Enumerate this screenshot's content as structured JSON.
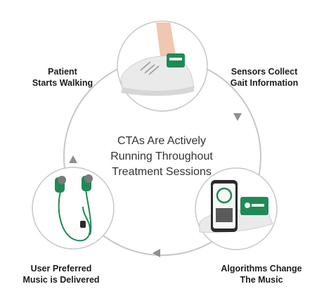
{
  "center": {
    "lines": [
      "CTAs Are Actively",
      "Running Throughout",
      "Treatment Sessions"
    ]
  },
  "steps": [
    {
      "id": "start",
      "lines": [
        "Patient",
        "Starts Walking"
      ]
    },
    {
      "id": "sensors",
      "lines": [
        "Sensors Collect",
        "Gait Information"
      ]
    },
    {
      "id": "algorithms",
      "lines": [
        "Algorithms Change",
        "The Music"
      ]
    },
    {
      "id": "music",
      "lines": [
        "User Preferred",
        "Music is Delivered"
      ]
    }
  ],
  "colors": {
    "cycle": "#c7c7c7",
    "arrow": "#8f8f8f",
    "accent": "#1f8a55",
    "shoe": "#e9e9e9"
  },
  "icons": [
    "shoe-sensor-image",
    "phone-sensor-image",
    "earphones-image"
  ]
}
